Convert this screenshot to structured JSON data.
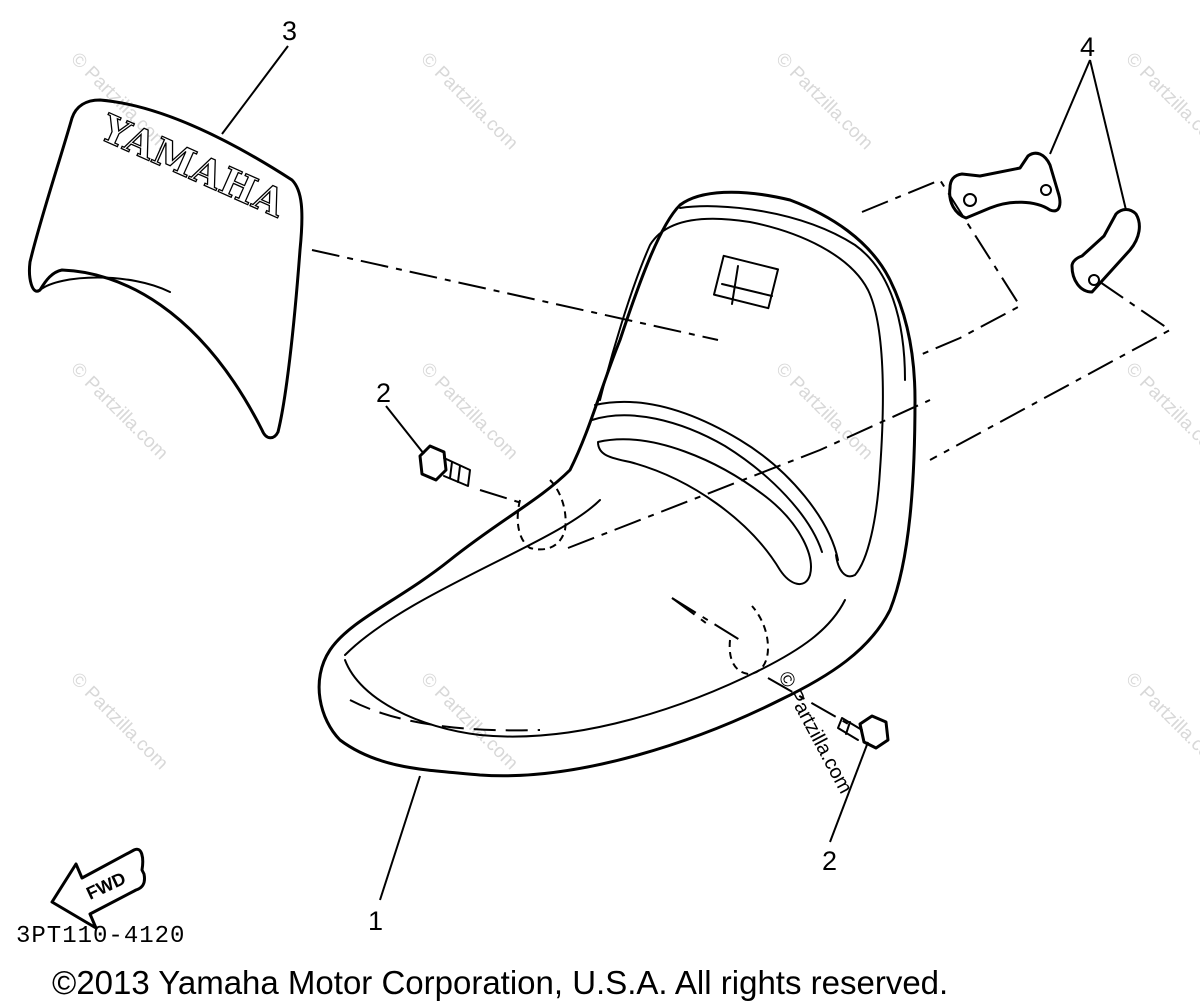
{
  "diagram": {
    "callouts": [
      "1",
      "2",
      "2",
      "3",
      "4"
    ],
    "part_code": "3PT110-4120",
    "copyright": "©2013 Yamaha Motor Corporation, U.S.A. All rights reserved.",
    "cover_lettering": "YAMAHA",
    "fwd_label": "FWD",
    "watermark": "© Partzilla.com"
  }
}
